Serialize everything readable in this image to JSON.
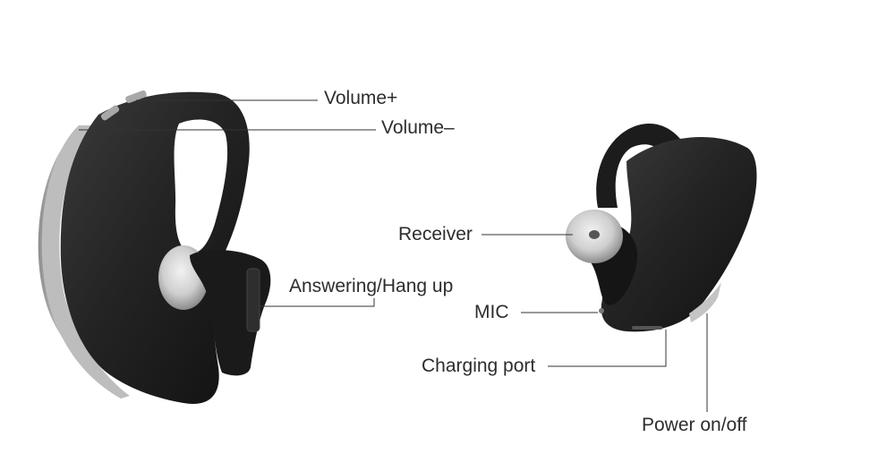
{
  "labels": {
    "volume_up": "Volume+",
    "volume_down": "Volume–",
    "answer_hangup": "Answering/Hang up",
    "receiver": "Receiver",
    "mic": "MIC",
    "charging_port": "Charging port",
    "power": "Power on/off"
  },
  "colors": {
    "body": "#1f1f1f",
    "body_highlight": "#3a3a3a",
    "trim": "#b9b9b9",
    "leader_line": "#333333",
    "text": "#2d2d2d"
  }
}
